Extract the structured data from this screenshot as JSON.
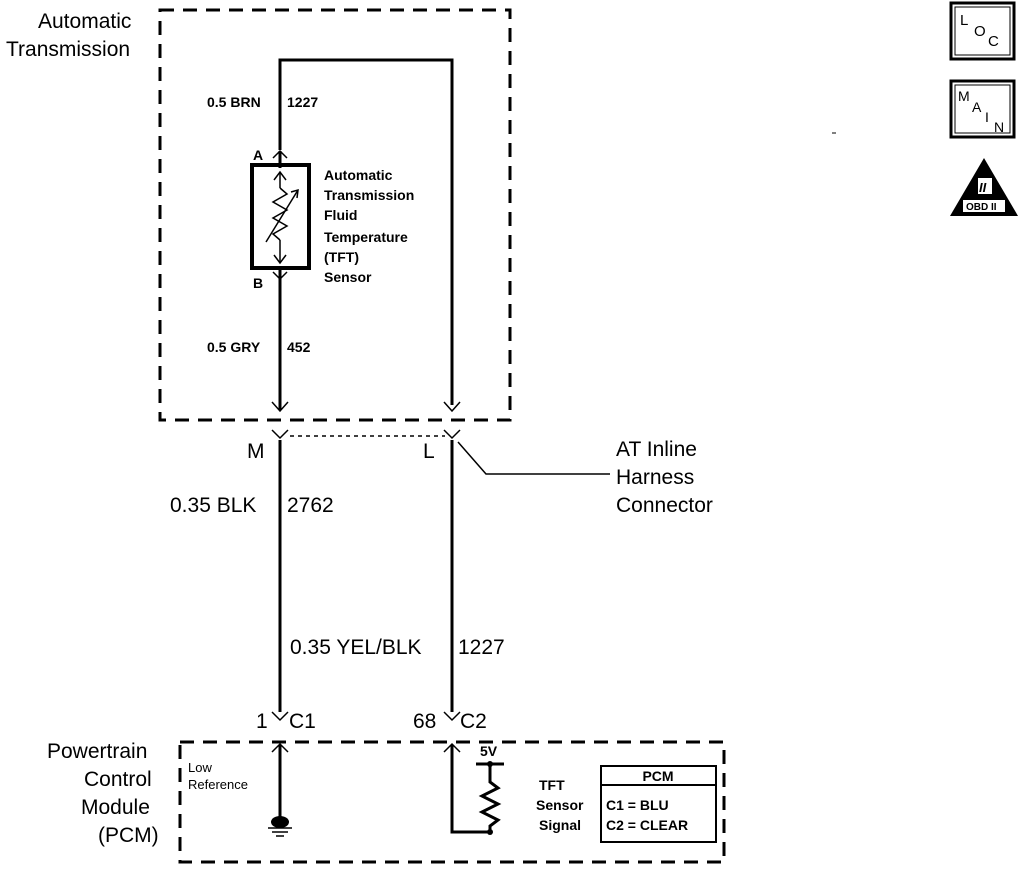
{
  "transmission": {
    "label_line1": "Automatic",
    "label_line2": "Transmission"
  },
  "wires": {
    "top_left": {
      "gauge_color": "0.5 BRN",
      "circuit": "1227"
    },
    "mid_left": {
      "gauge_color": "0.5 GRY",
      "circuit": "452"
    },
    "pcm_left": {
      "gauge_color": "0.35 BLK",
      "circuit": "2762"
    },
    "pcm_right": {
      "gauge_color": "0.35 YEL/BLK",
      "circuit": "1227"
    }
  },
  "sensor": {
    "pin_a": "A",
    "pin_b": "B",
    "name_lines": [
      "Automatic",
      "Transmission",
      "Fluid",
      "Temperature",
      "(TFT)",
      "Sensor"
    ]
  },
  "inline_connector": {
    "pin_left": "M",
    "pin_right": "L",
    "label_lines": [
      "AT Inline",
      "Harness",
      "Connector"
    ]
  },
  "pcm_pins": {
    "left_num": "1",
    "left_conn": "C1",
    "right_num": "68",
    "right_conn": "C2"
  },
  "pcm": {
    "label_lines": [
      "Powertrain",
      "Control",
      "Module",
      "(PCM)"
    ],
    "low_ref_lines": [
      "Low",
      "Reference"
    ],
    "voltage": "5V",
    "signal_lines": [
      "TFT",
      "Sensor",
      "Signal"
    ],
    "legend": {
      "title": "PCM",
      "row1": "C1 = BLU",
      "row2": "C2 = CLEAR"
    }
  },
  "nav_icons": {
    "loc": [
      "L",
      "O",
      "C"
    ],
    "main": [
      "M",
      "A",
      "I",
      "N"
    ],
    "obd": {
      "numeral": "II",
      "text": "OBD II"
    }
  }
}
